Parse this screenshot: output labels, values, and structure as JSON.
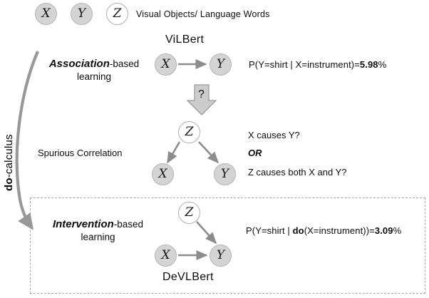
{
  "legend": {
    "nodes": [
      {
        "label": "X",
        "fill": "gray"
      },
      {
        "label": "Y",
        "fill": "gray"
      },
      {
        "label": "Z",
        "fill": "white"
      }
    ],
    "caption": "Visual Objects/ Language Words"
  },
  "colors": {
    "node_gray": "#d4d4d4",
    "node_gray_border": "#b4b4b4",
    "node_white": "#ffffff",
    "node_white_border": "#b0b0b0",
    "edge_gray": "#8c8c8c",
    "big_arrow_gray": "#989898",
    "block_arrow_fill": "#cccccc",
    "block_arrow_border": "#9a9a9a",
    "dashed_box": "#a8a8a8",
    "text": "#0d0d0d"
  },
  "do_calculus": {
    "bold_part": "do",
    "rest": "-calculus",
    "full": "do-calculus"
  },
  "association": {
    "model_name": "ViLBert",
    "label_bold": "Association",
    "label_rest": "-based",
    "label_line2": "learning",
    "graph": {
      "nodes": [
        {
          "name": "X",
          "label": "X",
          "fill": "gray"
        },
        {
          "name": "Y",
          "label": "Y",
          "fill": "gray"
        }
      ],
      "edges": [
        {
          "from": "X",
          "to": "Y"
        }
      ]
    },
    "probability": {
      "prefix": "P(Y=shirt | X=instrument)=",
      "value": "5.98",
      "suffix": "%"
    }
  },
  "transition": {
    "arrow_label": "?"
  },
  "spurious": {
    "label": "Spurious Correlation",
    "graph": {
      "nodes": [
        {
          "name": "Z",
          "label": "Z",
          "fill": "white"
        },
        {
          "name": "X",
          "label": "X",
          "fill": "gray"
        },
        {
          "name": "Y",
          "label": "Y",
          "fill": "gray"
        }
      ],
      "edges": [
        {
          "from": "Z",
          "to": "X"
        },
        {
          "from": "Z",
          "to": "Y"
        }
      ]
    },
    "questions": {
      "line1": "X causes Y?",
      "line2": "OR",
      "line3": "Z causes both X and Y?"
    }
  },
  "intervention": {
    "model_name": "DeVLBert",
    "label_bold": "Intervention",
    "label_rest": "-based",
    "label_line2": "learning",
    "graph": {
      "nodes": [
        {
          "name": "Z",
          "label": "Z",
          "fill": "white"
        },
        {
          "name": "X",
          "label": "X",
          "fill": "gray"
        },
        {
          "name": "Y",
          "label": "Y",
          "fill": "gray"
        }
      ],
      "edges": [
        {
          "from": "Z",
          "to": "Y"
        },
        {
          "from": "X",
          "to": "Y"
        }
      ]
    },
    "probability": {
      "prefix": "P(Y=shirt | ",
      "do": "do",
      "middle": "(X=instrument))=",
      "value": "3.09",
      "suffix": "%"
    }
  }
}
